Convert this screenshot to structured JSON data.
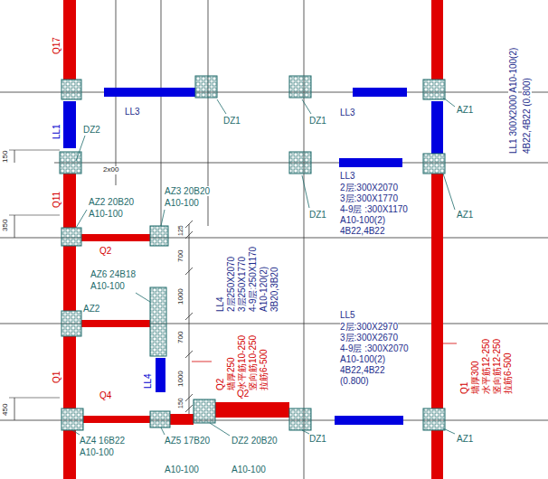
{
  "diagram": {
    "labels": [
      "Q17",
      "LL1",
      "LL3",
      "DZ1",
      "DZ1",
      "LL3",
      "AZ1",
      "LL1 300X2000  A10-100(2)",
      "4B22,4B22  (0.800)",
      "DZ2",
      "150",
      "2x00",
      "Q11",
      "DZ1",
      "AZ1",
      "LL3",
      "2层:300X2070",
      "3层:300X1770",
      "4-9层 :300X1170",
      "A10-100(2)",
      "4B22,4B22",
      "AZ2 20B20",
      "A10-100",
      "AZ3 20B20",
      "A10-100",
      "350",
      "125",
      "Q2",
      "AZ6 24B18",
      "A10-100",
      "700",
      "1000",
      "700",
      "1000",
      "150",
      "LL4",
      "2层250X2070",
      "3层250X1770",
      "4-9层:250X1170",
      "A10-120(2)",
      "3B20,3B20",
      "AZ2",
      "Q1",
      "Q2",
      "墙厚250",
      "水平筋10-250",
      "竖向筋10-250",
      "拉筋6-500",
      "LL5",
      "2层:300X2970",
      "3层:300X2670",
      "4-9层 :300X2070",
      "A10-100(2)",
      "4B22,4B22",
      "(0.800)",
      "Q1",
      "墙厚300",
      "水平筋12-250",
      "竖向筋12-250",
      "拉筋6-500",
      "LL4",
      "Q4",
      "450",
      "Q2",
      "AZ4 16B22",
      "A10-100",
      "AZ5 17B20",
      "A10-100",
      "DZ2 20B20",
      "A10-100",
      "DZ1",
      "AZ1"
    ]
  }
}
